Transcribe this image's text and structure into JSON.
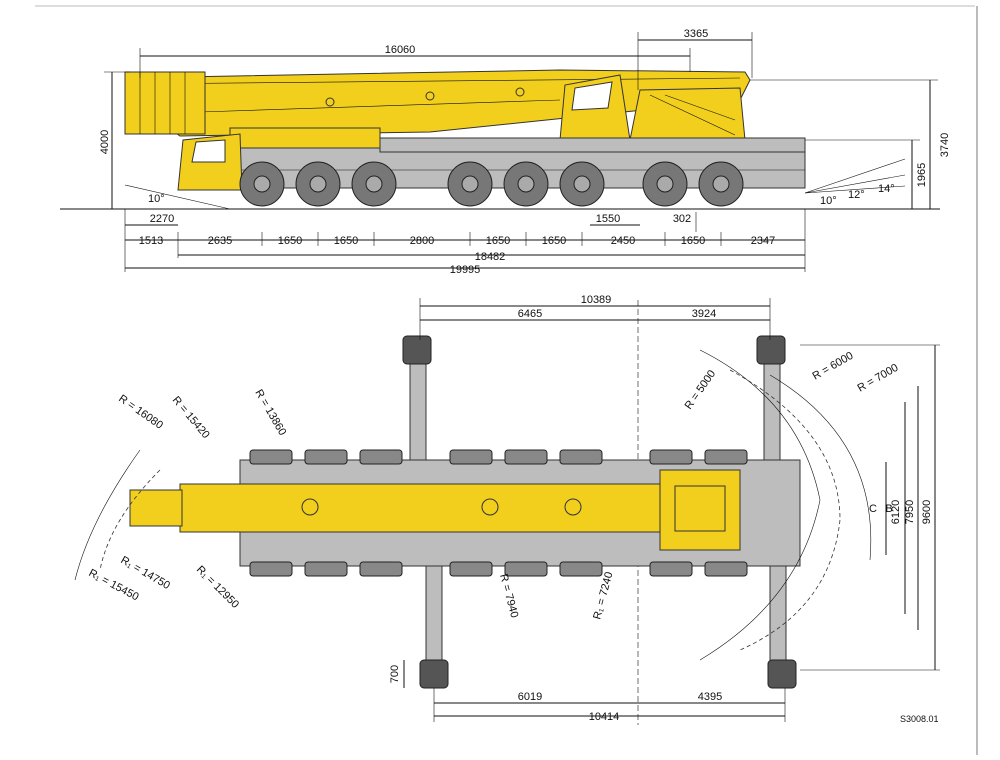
{
  "side_view": {
    "dims_top": {
      "boom_length": "16060",
      "rear_overhang": "3365"
    },
    "dims_vertical": {
      "total_height": "4000",
      "height_right": "3740",
      "height_mid": "1965"
    },
    "angles": {
      "front": "10°",
      "rear_10": "10°",
      "rear_12": "12°",
      "rear_14": "14°"
    },
    "dims_below": {
      "front_overhang": "2270",
      "clearance": "302",
      "axle_offset": "1550"
    },
    "axle_spacings": [
      "1513",
      "2635",
      "1650",
      "1650",
      "2800",
      "1650",
      "1650",
      "2450",
      "1650",
      "2347"
    ],
    "dims_totals": {
      "wheelbase_total": "18482",
      "overall_length": "19995"
    }
  },
  "plan_view": {
    "top_dims": {
      "total": "10389",
      "left": "6465",
      "right": "3924"
    },
    "bottom_dims": {
      "left": "6019",
      "right": "4395",
      "total": "10414"
    },
    "right_dims": {
      "c": "C",
      "b": "B",
      "w6120": "6120",
      "w7950": "7950",
      "w9600": "9600"
    },
    "left_dim": {
      "outrigger_pad": "700"
    },
    "radii": {
      "r16080": "R = 16080",
      "r15420": "R = 15420",
      "r13860": "R = 13860",
      "r14750": "R₁ = 14750",
      "r15450": "R₁ = 15450",
      "r12950": "R₁ = 12950",
      "r7940": "R = 7940",
      "r7240": "R₁ = 7240",
      "r5000": "R = 5000",
      "r6000": "R = 6000",
      "r7000": "R = 7000"
    }
  },
  "drawing_ref": "S3008.01",
  "colors": {
    "crane_yellow": "#f2cf1d",
    "chassis_grey": "#bdbdbd",
    "tyre_grey": "#777777"
  }
}
